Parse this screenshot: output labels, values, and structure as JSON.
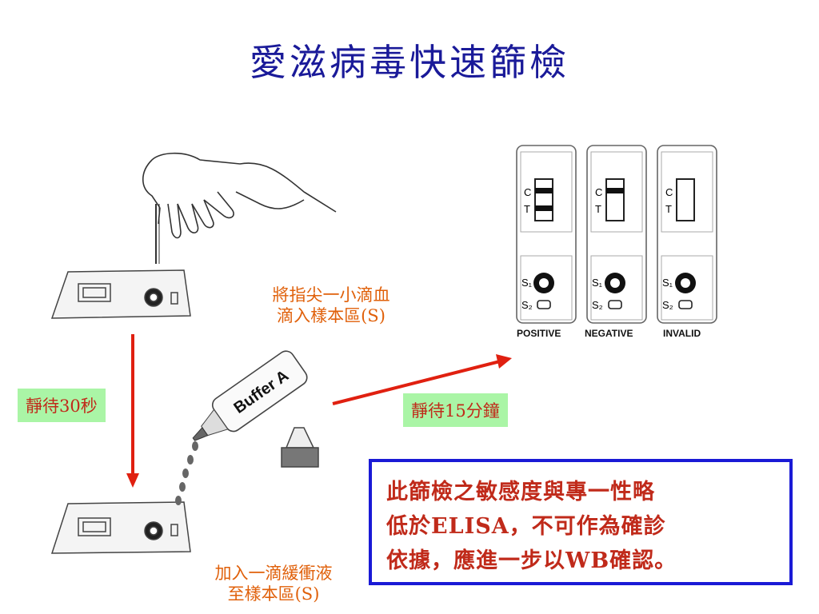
{
  "title": "愛滋病毒快速篩檢",
  "steps": {
    "apply_blood": [
      "將指尖一小滴血",
      "滴入樣本區(S)"
    ],
    "wait_30": "靜待30秒",
    "add_buffer": [
      "加入一滴緩衝液",
      "至樣本區(S)"
    ],
    "wait_15": "靜待15分鐘"
  },
  "bottle_label": "Buffer A",
  "results": [
    {
      "label": "POSITIVE",
      "c": "C",
      "t": "T",
      "s1": "S₁",
      "s2": "S₂"
    },
    {
      "label": "NEGATIVE",
      "c": "C",
      "t": "T",
      "s1": "S₁",
      "s2": "S₂"
    },
    {
      "label": "INVALID",
      "c": "C",
      "t": "T",
      "s1": "S₁",
      "s2": "S₂"
    }
  ],
  "note": {
    "lines": [
      "此篩檢之敏感度與專一性略",
      "低於ELISA，不可作為確診",
      "依據，應進一步以WB確認。"
    ]
  },
  "colors": {
    "title": "#1a1a99",
    "label_orange": "#e0600a",
    "arrow_red": "#e02010",
    "box_green": "#aaf5a6",
    "note_border": "#1a1ad6",
    "note_text": "#c02a1a"
  }
}
